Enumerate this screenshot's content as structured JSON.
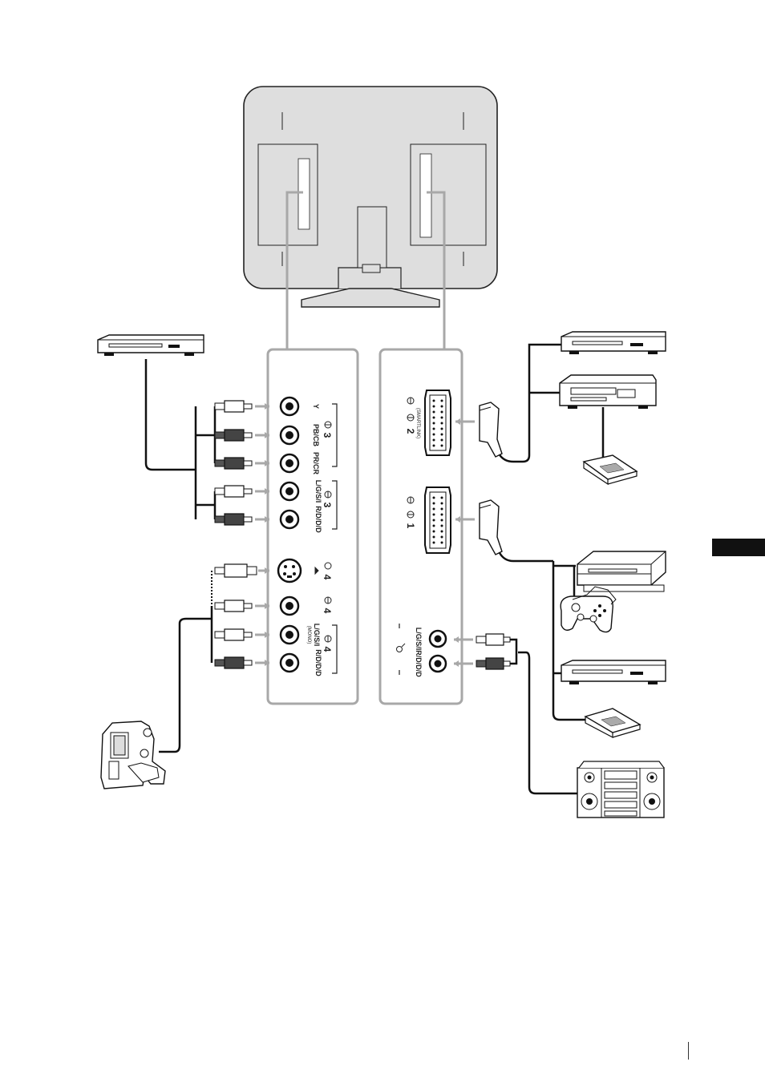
{
  "panel_left": {
    "component_group": {
      "number_label": "3",
      "labels": [
        "Y",
        "PB/CB",
        "PR/CR"
      ]
    },
    "audio_group_1": {
      "number_label": "3",
      "labels": [
        "L/G/S/I",
        "R/D/D/D"
      ]
    },
    "svideo_group": {
      "number_label": "4"
    },
    "video_group": {
      "number_label": "4"
    },
    "audio_group_2": {
      "number_label": "4",
      "labels": [
        "L/G/S/I",
        "R/D/D/D"
      ],
      "mono_label": "(MONO)"
    }
  },
  "panel_right": {
    "scart_2": {
      "number_label": "2",
      "sub_label": "(SMARTLINK)"
    },
    "scart_1": {
      "number_label": "1"
    },
    "audio_out": {
      "labels": [
        "L/G/S/I",
        "R/D/D/D"
      ]
    }
  },
  "colors": {
    "tv_body": "#dedede",
    "panel_border": "#a8a8a8",
    "cable": "#111111",
    "side_tab": "#111111"
  }
}
